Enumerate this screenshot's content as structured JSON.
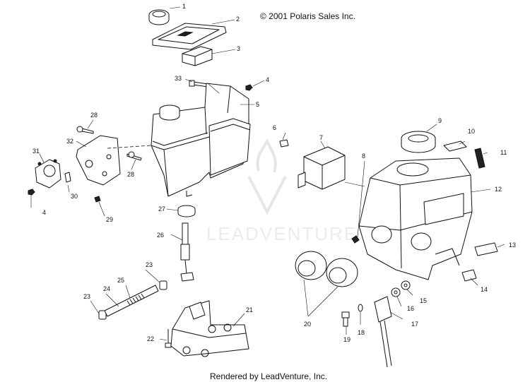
{
  "copyright": "© 2001 Polaris Sales Inc.",
  "footer": "Rendered by LeadVenture, Inc.",
  "watermark": "LEADVENTURE",
  "callouts": {
    "c1": "1",
    "c2": "2",
    "c3": "3",
    "c33": "33",
    "c4a": "4",
    "c5": "5",
    "c28a": "28",
    "c32": "32",
    "c31": "31",
    "c30": "30",
    "c4b": "4",
    "c29": "29",
    "c28b": "28",
    "c6": "6",
    "c7": "7",
    "c8": "8",
    "c9": "9",
    "c10": "10",
    "c11": "11",
    "c12": "12",
    "c13": "13",
    "c14": "14",
    "c27": "27",
    "c26": "26",
    "c23a": "23",
    "c25": "25",
    "c24": "24",
    "c23b": "23",
    "c21": "21",
    "c22": "22",
    "c20": "20",
    "c15": "15",
    "c16": "16",
    "c17": "17",
    "c18": "18",
    "c19": "19"
  }
}
